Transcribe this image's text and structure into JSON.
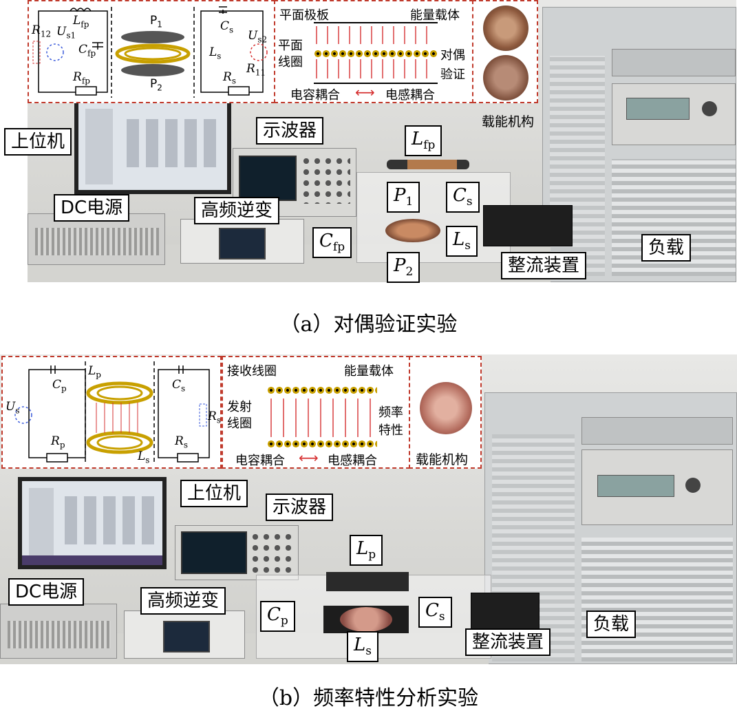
{
  "panel_a": {
    "caption": "（a）对偶验证实验",
    "circuit": {
      "R12": "R",
      "R12_sub": "12",
      "Us1": "U",
      "Us1_sub": "s1",
      "Lfp": "L",
      "Lfp_sub": "fp",
      "Cfp": "C",
      "Cfp_sub": "fp",
      "Rfp": "R",
      "Rfp_sub": "fp",
      "P1": "P",
      "P1_sub": "1",
      "P2": "P",
      "P2_sub": "2",
      "Cs": "C",
      "Cs_sub": "s",
      "Ls": "L",
      "Ls_sub": "s",
      "Us2": "U",
      "Us2_sub": "s2",
      "R11": "R",
      "R11_sub": "11",
      "Rs": "R",
      "Rs_sub": "s"
    },
    "diagram": {
      "top_left": "平面极板",
      "top_right": "能量载体",
      "mid_left_1": "平面",
      "mid_left_2": "线圈",
      "mid_right_1": "对偶",
      "mid_right_2": "验证",
      "bottom_left": "电容耦合",
      "bottom_right": "电感耦合"
    },
    "carrier_label": "载能机构",
    "labels": {
      "host": "上位机",
      "scope": "示波器",
      "dc": "DC电源",
      "inverter": "高频逆变",
      "lfp": "L",
      "lfp_sub": "fp",
      "p1": "P",
      "p1_sub": "1",
      "cs": "C",
      "cs_sub": "s",
      "cfp": "C",
      "cfp_sub": "fp",
      "ls": "L",
      "ls_sub": "s",
      "p2": "P",
      "p2_sub": "2",
      "rectifier": "整流装置",
      "load": "负载"
    }
  },
  "panel_b": {
    "caption": "（b）频率特性分析实验",
    "circuit": {
      "Us": "U",
      "Us_sub": "s",
      "Cp": "C",
      "Cp_sub": "p",
      "Lp": "L",
      "Lp_sub": "p",
      "Rp": "R",
      "Rp_sub": "p",
      "Ls": "L",
      "Ls_sub": "s",
      "Cs": "C",
      "Cs_sub": "s",
      "Rs_load": "R",
      "Rs_load_sub": "s",
      "Rs": "R",
      "Rs_sub": "s"
    },
    "diagram": {
      "top_left": "接收线圈",
      "top_right": "能量载体",
      "mid_left_1": "发射",
      "mid_left_2": "线圈",
      "mid_right_1": "频率",
      "mid_right_2": "特性",
      "bottom_left": "电容耦合",
      "bottom_right": "电感耦合"
    },
    "carrier_label": "载能机构",
    "labels": {
      "host": "上位机",
      "scope": "示波器",
      "dc": "DC电源",
      "inverter": "高频逆变",
      "lp": "L",
      "lp_sub": "p",
      "cp": "C",
      "cp_sub": "p",
      "cs": "C",
      "cs_sub": "s",
      "ls": "L",
      "ls_sub": "s",
      "rectifier": "整流装置",
      "load": "负载"
    }
  },
  "colors": {
    "dash": "#c0392b",
    "arrow": "#d63031",
    "coil": "#c8a000"
  }
}
